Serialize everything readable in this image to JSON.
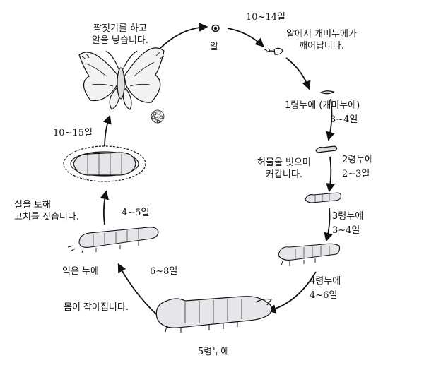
{
  "labels": {
    "mating_line1": "짝짓기를 하고",
    "mating_line2": "알을 낳습니다.",
    "egg": "알",
    "egg_days": "10~14일",
    "hatch_line1": "알에서 개미누에가",
    "hatch_line2": "깨어납니다.",
    "instar1": "1령누에 (개미누에)",
    "instar1_days": "3~4일",
    "molt_line1": "허물을 벗으며",
    "molt_line2": "커갑니다.",
    "instar2": "2령누에",
    "instar2_days": "2~3일",
    "instar3": "3령누에",
    "instar3_days": "3~4일",
    "instar4": "4령누에",
    "instar4_days": "4~6일",
    "instar5": "5령누에",
    "shrink": "몸이 작아집니다.",
    "mature_days": "6~8일",
    "mature": "익은 누에",
    "cocoon_line1": "실을 토해",
    "cocoon_line2": "고치를 짓습니다.",
    "cocoon_days": "4~5일",
    "pupa_days": "10~15일"
  },
  "colors": {
    "ink": "#111111",
    "larva_fill": "#e6e6ea",
    "larva_band": "#c9c9d2",
    "moth_fill": "#f2f2f2"
  },
  "icons": [
    "moth-icon",
    "egg-icon",
    "hatchling-icon",
    "silkworm-icon",
    "cocoon-icon",
    "egg-cluster-icon"
  ]
}
